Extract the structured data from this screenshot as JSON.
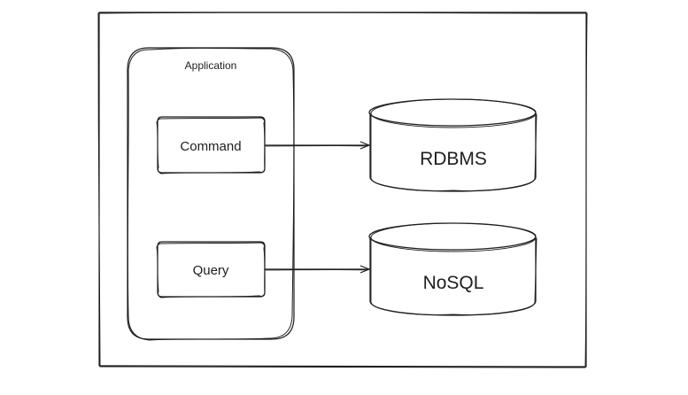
{
  "diagram": {
    "container_label": "Application",
    "command_label": "Command",
    "query_label": "Query",
    "rdbms_label": "RDBMS",
    "nosql_label": "NoSQL"
  },
  "colors": {
    "stroke": "#1e1e1e",
    "background": "#ffffff"
  }
}
